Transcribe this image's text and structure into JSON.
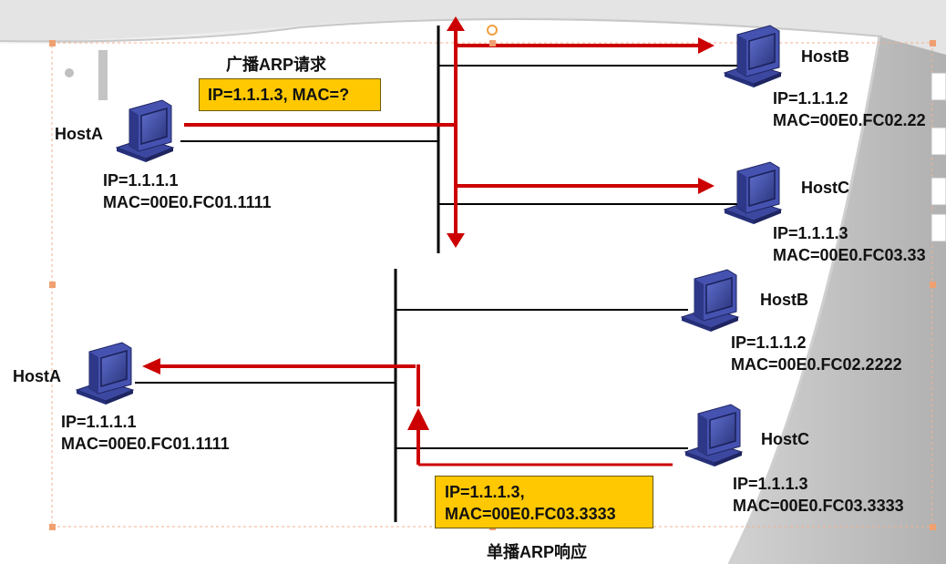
{
  "top": {
    "caption": "广播ARP请求",
    "request_box": "IP=1.1.1.3, MAC=?",
    "host_a": {
      "name": "HostA",
      "ip": "IP=1.1.1.1",
      "mac": "MAC=00E0.FC01.1111"
    },
    "host_b": {
      "name": "HostB",
      "ip": "IP=1.1.1.2",
      "mac": "MAC=00E0.FC02.22"
    },
    "host_c": {
      "name": "HostC",
      "ip": "IP=1.1.1.3",
      "mac": "MAC=00E0.FC03.33"
    }
  },
  "bottom": {
    "caption": "单播ARP响应",
    "reply_box": {
      "line1": "IP=1.1.1.3,",
      "line2": "MAC=00E0.FC03.3333"
    },
    "host_a": {
      "name": "HostA",
      "ip": "IP=1.1.1.1",
      "mac": "MAC=00E0.FC01.1111"
    },
    "host_b": {
      "name": "HostB",
      "ip": "IP=1.1.1.2",
      "mac": "MAC=00E0.FC02.2222"
    },
    "host_c": {
      "name": "HostC",
      "ip": "IP=1.1.1.3",
      "mac": "MAC=00E0.FC03.3333"
    }
  },
  "colors": {
    "arrow": "#cc0000",
    "box": "#ffc800",
    "host": "#3c48a0"
  }
}
